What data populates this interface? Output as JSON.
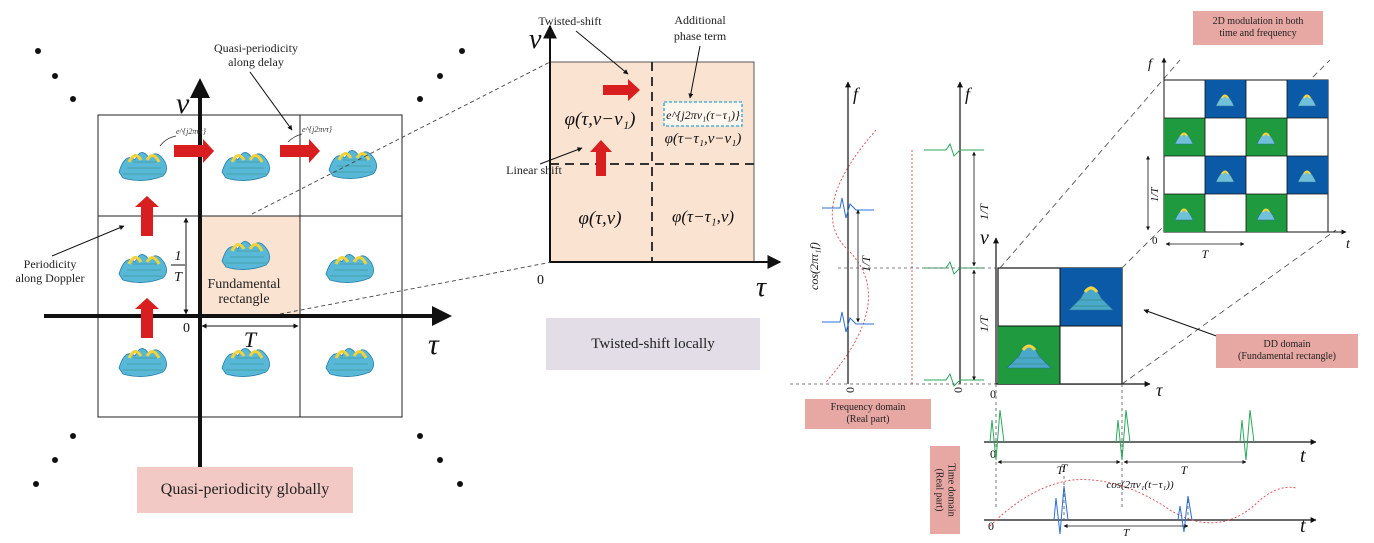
{
  "panel_left": {
    "axis_v": "ν",
    "axis_tau": "τ",
    "origin": "0",
    "label_1T": "1",
    "label_1T_den": "T",
    "label_T": "T",
    "quasi_delay_1": "Quasi-periodicity",
    "quasi_delay_2": "along delay",
    "periodicity_1": "Periodicity",
    "periodicity_2": "along Doppler",
    "fundamental_1": "Fundamental",
    "fundamental_2": "rectangle",
    "phase_small": "e^{j2πντ}",
    "caption": "Quasi-periodicity globally",
    "caption_color": "#f2c9c4"
  },
  "panel_mid": {
    "axis_v": "ν",
    "axis_tau": "τ",
    "origin": "0",
    "twisted_shift": "Twisted-shift",
    "additional_1": "Additional",
    "additional_2": "phase term",
    "linear_shift": "Linear shift",
    "cell_tl": "φ(τ,ν−ν₁)",
    "cell_tr": "φ(τ−τ₁,ν−ν₁)",
    "cell_bl": "φ(τ,ν)",
    "cell_br": "φ(τ−τ₁,ν)",
    "phase_box": "e^{j2πν₁(τ−τ₁)}",
    "caption": "Twisted-shift locally",
    "caption_color": "#e3dde8",
    "region_color": "#fbe3d2"
  },
  "panel_right": {
    "modulation_1": "2D modulation in both",
    "modulation_2": "time and frequency",
    "dd_1": "DD domain",
    "dd_2": "(Fundamental rectangle)",
    "freq_1": "Frequency domain",
    "freq_2": "(Real part)",
    "time_1": "Time domain",
    "time_2": "(Real part)",
    "axis_f": "f",
    "axis_t": "t",
    "axis_v": "ν",
    "axis_tau": "τ",
    "label_T": "T",
    "label_1T": "1/T",
    "origin": "0",
    "cos_freq": "cos(2πτ₁f)",
    "cos_time": "cos(2πν₁(t−τ₁))",
    "caption_color": "#e7a7a3",
    "blue": "#0a5aa8",
    "green": "#1f9a3f"
  }
}
